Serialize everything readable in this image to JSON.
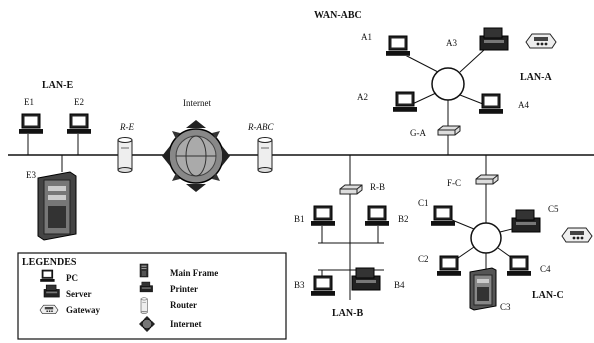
{
  "zones": {
    "wan": "WAN-ABC",
    "lan_e": "LAN-E",
    "lan_a": "LAN-A",
    "lan_b": "LAN-B",
    "lan_c": "LAN-C"
  },
  "internet_label": "Internet",
  "routers": {
    "r_e": "R-E",
    "r_abc": "R-ABC",
    "r_b": "R-B",
    "g_a": "G-A",
    "f_c": "F-C"
  },
  "nodes": {
    "e1": "E1",
    "e2": "E2",
    "e3": "E3",
    "a1": "A1",
    "a2": "A2",
    "a3": "A3",
    "a4": "A4",
    "b1": "B1",
    "b2": "B2",
    "b3": "B3",
    "b4": "B4",
    "c1": "C1",
    "c2": "C2",
    "c3": "C3",
    "c4": "C4",
    "c5": "C5"
  },
  "legend": {
    "title": "LEGENDES",
    "items": {
      "pc": "PC",
      "server": "Server",
      "gateway": "Gateway",
      "mainframe": "Main Frame",
      "printer": "Printer",
      "router": "Router",
      "internet": "Internet"
    }
  }
}
